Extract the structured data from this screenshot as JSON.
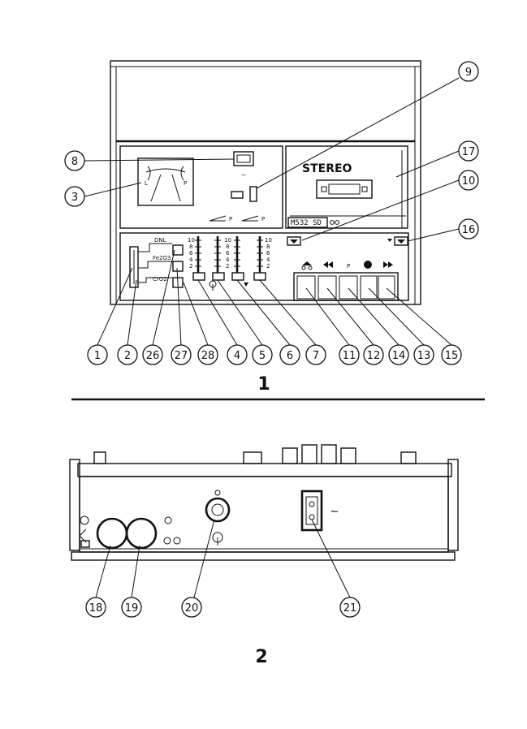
{
  "figure1": {
    "caption": "1",
    "cassette_label": "STEREO",
    "model_label": "M532 SD",
    "meter_left_label": "L",
    "meter_right_label": "P",
    "tape_labels": [
      "DNL",
      "Fe2O3",
      "CrO2"
    ],
    "scale_ticks": [
      "10",
      "8",
      "6",
      "4",
      "2"
    ],
    "level_label": "P",
    "mains_symbol": "~",
    "callouts": [
      "1",
      "2",
      "26",
      "27",
      "28",
      "4",
      "5",
      "6",
      "7",
      "11",
      "12",
      "14",
      "13",
      "15",
      "3",
      "8",
      "9",
      "10",
      "16",
      "17"
    ]
  },
  "figure2": {
    "caption": "2",
    "mains_symbol": "~",
    "callouts": [
      "18",
      "19",
      "20",
      "21"
    ]
  }
}
